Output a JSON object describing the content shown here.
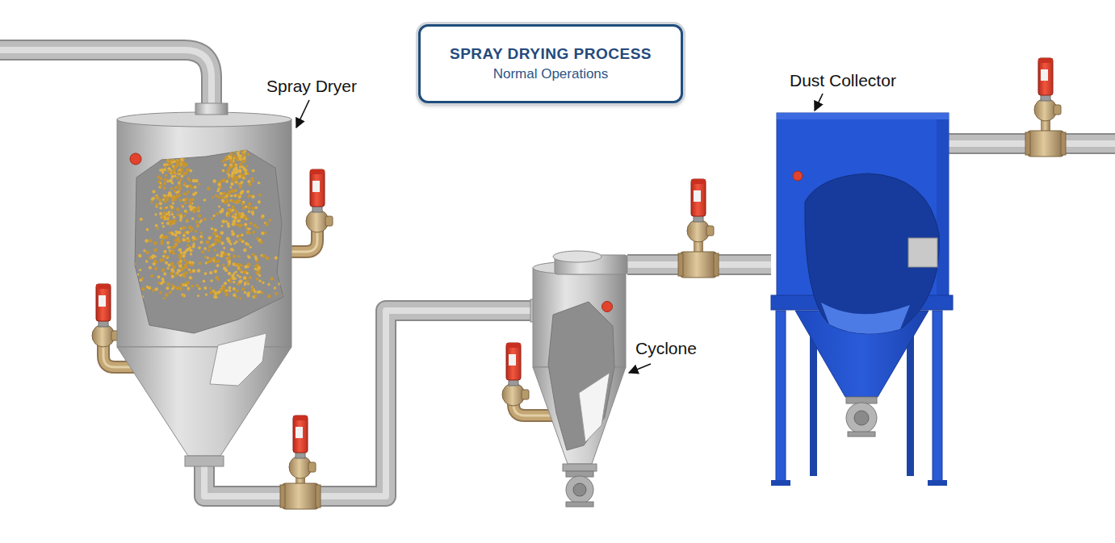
{
  "diagram": {
    "nodes": [
      {
        "text": [
          "SPRAY DRYING PROCESS",
          "Normal Operations"
        ]
      },
      {
        "text": [
          "Spray Dryer"
        ]
      },
      {
        "text": [
          "Cyclone"
        ]
      },
      {
        "text": [
          "Dust Collector"
        ]
      }
    ],
    "edges": [
      {
        "from": 1,
        "to": 2,
        "arrow": "none"
      },
      {
        "from": 2,
        "to": 3,
        "arrow": "none"
      }
    ]
  }
}
